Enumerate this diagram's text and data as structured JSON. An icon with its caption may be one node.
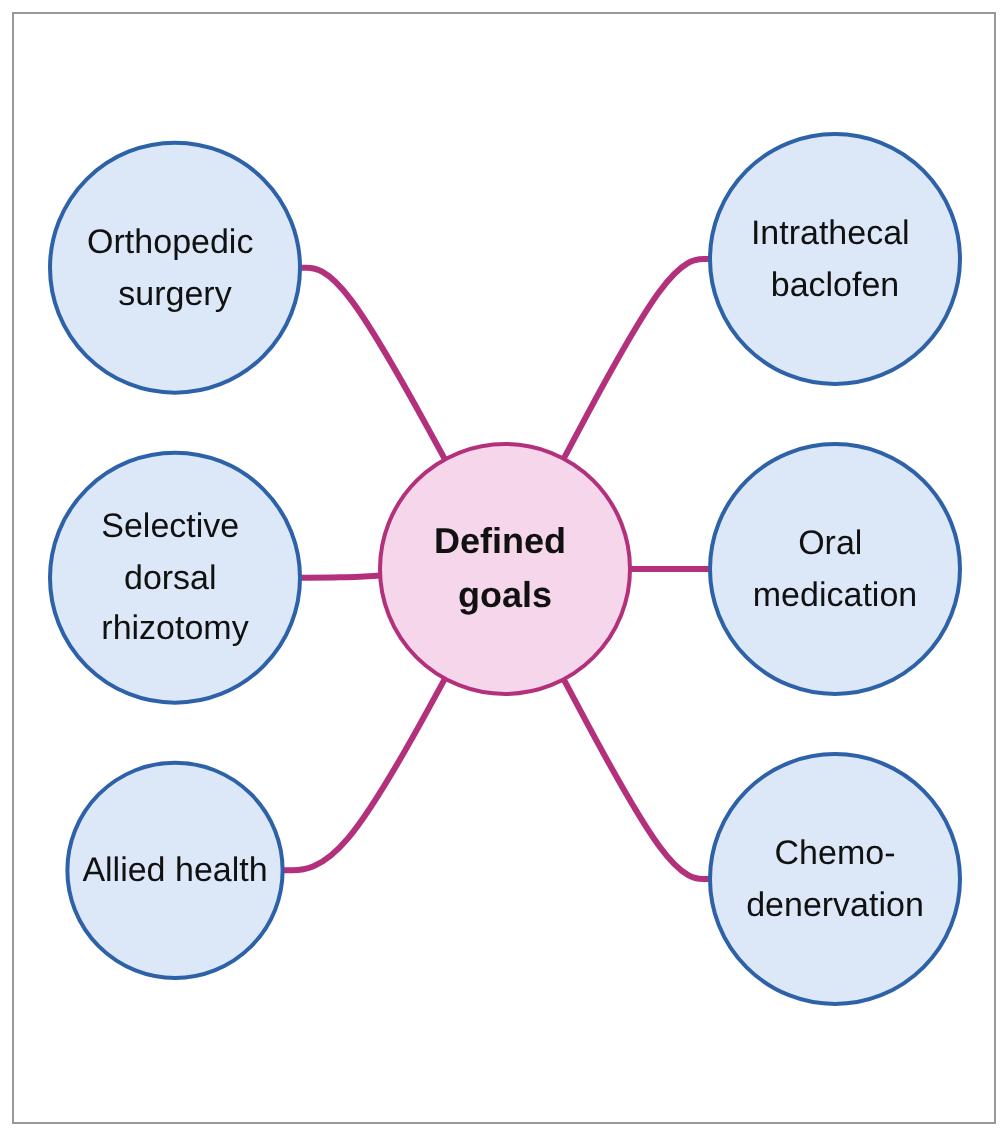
{
  "diagram": {
    "nodes": [
      {
        "text": [
          "Defined goals"
        ]
      },
      {
        "text": [
          "Allied health"
        ]
      },
      {
        "text": [
          "Oral medication"
        ]
      },
      {
        "text": [
          "Chemo-denervation"
        ]
      },
      {
        "text": [
          "Intrathecal baclofen"
        ]
      },
      {
        "text": [
          "Selective dorsal rhizotomy"
        ]
      },
      {
        "text": [
          "Orthopedic surgery"
        ]
      }
    ],
    "edges": [
      {
        "from": 6,
        "to": 0,
        "arrow": "none"
      },
      {
        "from": 5,
        "to": 0,
        "arrow": "none"
      },
      {
        "from": 1,
        "to": 0,
        "arrow": "none"
      },
      {
        "from": 0,
        "to": 4,
        "arrow": "none"
      },
      {
        "from": 0,
        "to": 2,
        "arrow": "none"
      },
      {
        "from": 0,
        "to": 3,
        "arrow": "none"
      }
    ]
  }
}
